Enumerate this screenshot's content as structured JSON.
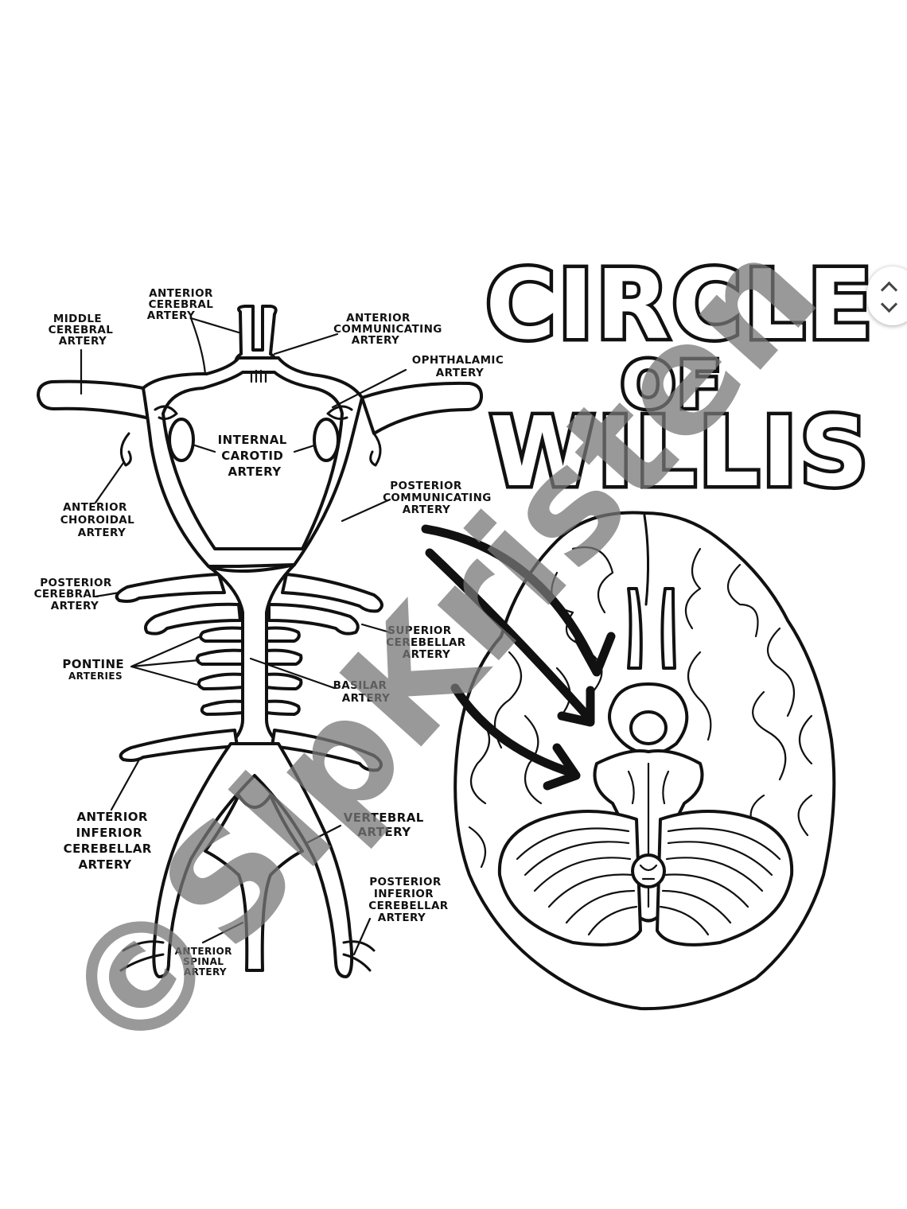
{
  "title": {
    "line1": "CIRCLE",
    "line2": "OF",
    "line3": "WILLIS"
  },
  "watermark": "©SlpKristen",
  "labels": {
    "anterior_cerebral": [
      "ANTERIOR",
      "CEREBRAL",
      "ARTERY"
    ],
    "middle_cerebral": [
      "MIDDLE",
      "CEREBRAL",
      "ARTERY"
    ],
    "anterior_communicating": [
      "ANTERIOR",
      "COMMUNICATING",
      "ARTERY"
    ],
    "ophthalamic": [
      "OPHTHALAMIC",
      "ARTERY"
    ],
    "internal_carotid": [
      "INTERNAL",
      "CAROTID",
      "ARTERY"
    ],
    "anterior_choroidal": [
      "ANTERIOR",
      "CHOROIDAL",
      "ARTERY"
    ],
    "posterior_communicating": [
      "POSTERIOR",
      "COMMUNICATING",
      "ARTERY"
    ],
    "posterior_cerebral": [
      "POSTERIOR",
      "CEREBRAL",
      "ARTERY"
    ],
    "superior_cerebellar": [
      "SUPERIOR",
      "CEREBELLAR",
      "ARTERY"
    ],
    "pontine": [
      "PONTINE",
      "ARTERIES"
    ],
    "basilar": [
      "BASILAR",
      "ARTERY"
    ],
    "anterior_inferior_cerebellar": [
      "ANTERIOR",
      "INFERIOR",
      "CEREBELLAR",
      "ARTERY"
    ],
    "vertebral": [
      "VERTEBRAL",
      "ARTERY"
    ],
    "posterior_inferior_cerebellar": [
      "POSTERIOR",
      "INFERIOR",
      "CEREBELLAR",
      "ARTERY"
    ],
    "anterior_spinal": [
      "ANTERIOR",
      "SPINAL",
      "ARTERY"
    ]
  },
  "colors": {
    "ink": "#111111",
    "paper": "#ffffff",
    "watermark": "#777777"
  },
  "icons": {
    "scroll_widget": "chevron-up-down-icon"
  }
}
